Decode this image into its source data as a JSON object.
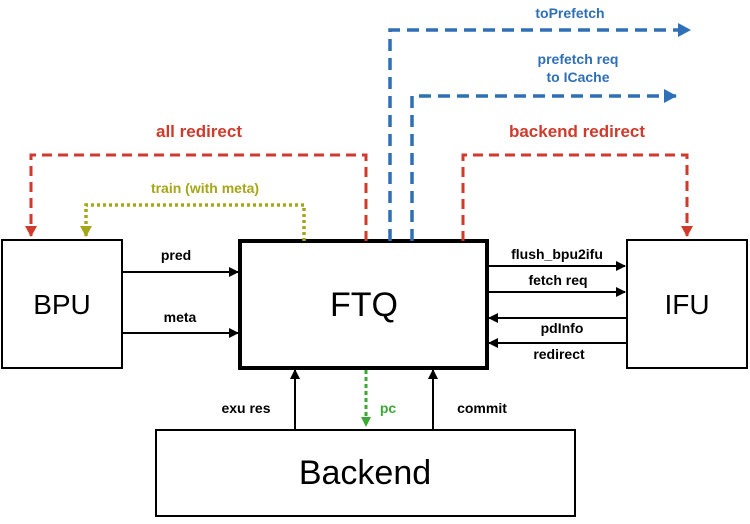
{
  "colors": {
    "red": "#d03a2b",
    "blue": "#2f6fb6",
    "olive": "#a6a619",
    "green": "#3aaa35",
    "black": "#000000"
  },
  "blocks": {
    "bpu": "BPU",
    "ftq": "FTQ",
    "ifu": "IFU",
    "backend": "Backend"
  },
  "labels": {
    "to_prefetch": "toPrefetch",
    "prefetch_req_line1": "prefetch req",
    "prefetch_req_line2": "to ICache",
    "all_redirect": "all redirect",
    "backend_redirect": "backend redirect",
    "train": "train (with meta)",
    "pred": "pred",
    "meta": "meta",
    "flush_bpu2ifu": "flush_bpu2ifu",
    "fetch_req": "fetch req",
    "pdinfo": "pdInfo",
    "redirect": "redirect",
    "exu_res": "exu res",
    "pc": "pc",
    "commit": "commit"
  }
}
